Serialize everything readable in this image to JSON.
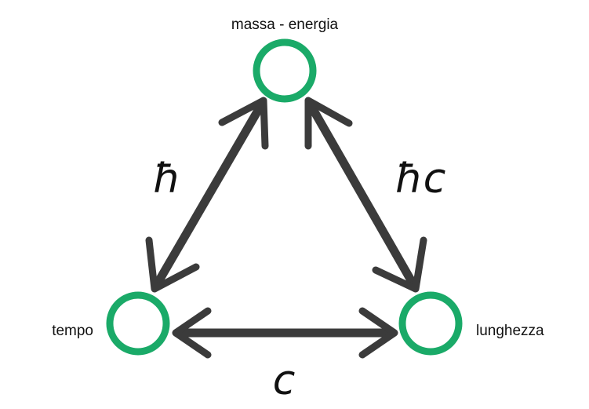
{
  "nodes": {
    "top": {
      "label": "massa - energia"
    },
    "left": {
      "label": "tempo"
    },
    "right": {
      "label": "lunghezza"
    }
  },
  "edges": {
    "left": {
      "label": "ħ"
    },
    "right": {
      "label": "ħc"
    },
    "bottom": {
      "label": "c"
    }
  },
  "colors": {
    "node": "#1aaa68",
    "arrow": "#3b3b3b"
  }
}
